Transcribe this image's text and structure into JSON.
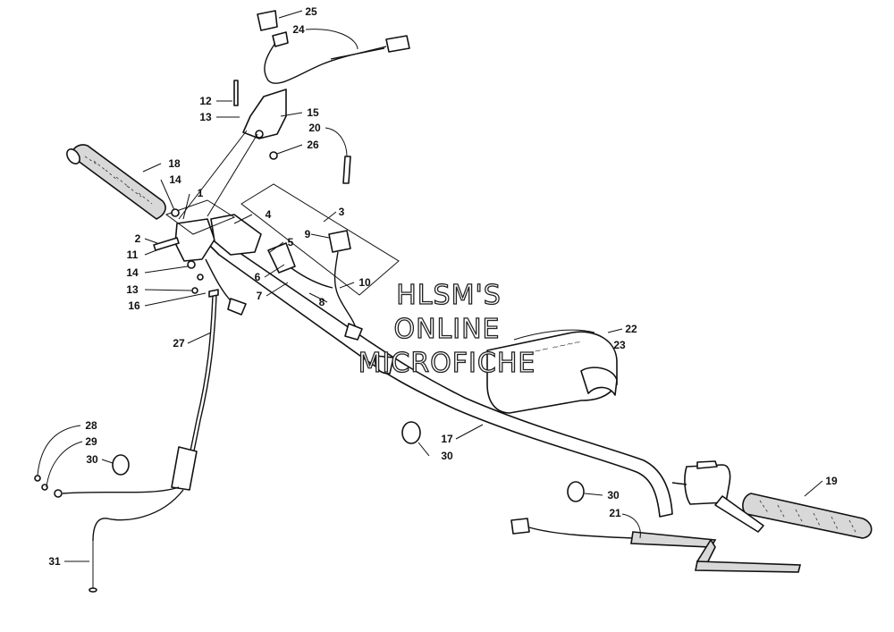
{
  "diagram": {
    "watermark": [
      "HLSM'S",
      "ONLINE",
      "MICROFICHE"
    ],
    "callouts": [
      {
        "id": "c25",
        "label": "25"
      },
      {
        "id": "c24",
        "label": "24"
      },
      {
        "id": "c12",
        "label": "12"
      },
      {
        "id": "c13a",
        "label": "13"
      },
      {
        "id": "c15",
        "label": "15"
      },
      {
        "id": "c20",
        "label": "20"
      },
      {
        "id": "c26",
        "label": "26"
      },
      {
        "id": "c18",
        "label": "18"
      },
      {
        "id": "c14a",
        "label": "14"
      },
      {
        "id": "c1",
        "label": "1"
      },
      {
        "id": "c4",
        "label": "4"
      },
      {
        "id": "c3",
        "label": "3"
      },
      {
        "id": "c2",
        "label": "2"
      },
      {
        "id": "c9",
        "label": "9"
      },
      {
        "id": "c5",
        "label": "5"
      },
      {
        "id": "c11",
        "label": "11"
      },
      {
        "id": "c14b",
        "label": "14"
      },
      {
        "id": "c6",
        "label": "6"
      },
      {
        "id": "c10",
        "label": "10"
      },
      {
        "id": "c13b",
        "label": "13"
      },
      {
        "id": "c7",
        "label": "7"
      },
      {
        "id": "c8",
        "label": "8"
      },
      {
        "id": "c16",
        "label": "16"
      },
      {
        "id": "c22",
        "label": "22"
      },
      {
        "id": "c23",
        "label": "23"
      },
      {
        "id": "c27",
        "label": "27"
      },
      {
        "id": "c28",
        "label": "28"
      },
      {
        "id": "c17",
        "label": "17"
      },
      {
        "id": "c29",
        "label": "29"
      },
      {
        "id": "c30a",
        "label": "30"
      },
      {
        "id": "c30b",
        "label": "30"
      },
      {
        "id": "c19",
        "label": "19"
      },
      {
        "id": "c30c",
        "label": "30"
      },
      {
        "id": "c21",
        "label": "21"
      },
      {
        "id": "c31",
        "label": "31"
      }
    ]
  }
}
